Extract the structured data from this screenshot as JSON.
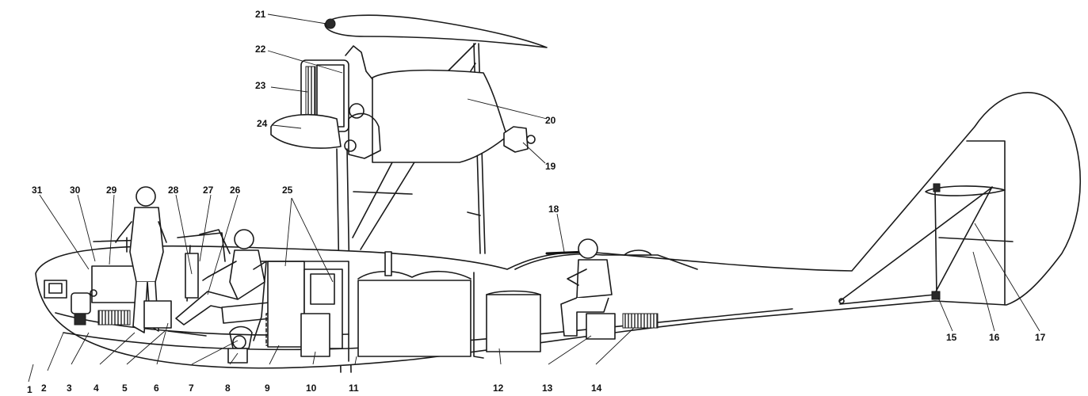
{
  "callouts": [
    {
      "id": "1",
      "text": "1"
    },
    {
      "id": "2",
      "text": "2"
    },
    {
      "id": "3",
      "text": "3"
    },
    {
      "id": "4",
      "text": "4"
    },
    {
      "id": "5",
      "text": "5"
    },
    {
      "id": "6",
      "text": "6"
    },
    {
      "id": "7",
      "text": "7"
    },
    {
      "id": "8",
      "text": "8"
    },
    {
      "id": "9",
      "text": "9"
    },
    {
      "id": "10",
      "text": "10"
    },
    {
      "id": "11",
      "text": "11"
    },
    {
      "id": "12",
      "text": "12"
    },
    {
      "id": "13",
      "text": "13"
    },
    {
      "id": "14",
      "text": "14"
    },
    {
      "id": "15",
      "text": "15"
    },
    {
      "id": "16",
      "text": "16"
    },
    {
      "id": "17",
      "text": "17"
    },
    {
      "id": "18",
      "text": "18"
    },
    {
      "id": "19",
      "text": "19"
    },
    {
      "id": "20",
      "text": "20"
    },
    {
      "id": "21",
      "text": "21"
    },
    {
      "id": "22",
      "text": "22"
    },
    {
      "id": "23",
      "text": "23"
    },
    {
      "id": "24",
      "text": "24"
    },
    {
      "id": "25",
      "text": "25"
    },
    {
      "id": "26",
      "text": "26"
    },
    {
      "id": "27",
      "text": "27"
    },
    {
      "id": "28",
      "text": "28"
    },
    {
      "id": "29",
      "text": "29"
    },
    {
      "id": "30",
      "text": "30"
    },
    {
      "id": "31",
      "text": "31"
    }
  ],
  "colors": {
    "ink": "#1a1a1a",
    "paper": "#ffffff"
  }
}
